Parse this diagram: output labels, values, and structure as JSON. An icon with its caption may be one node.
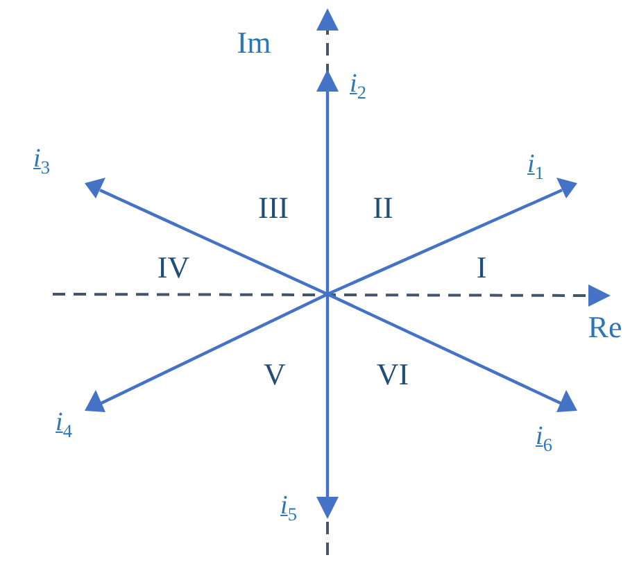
{
  "diagram": {
    "labels": [
      "Im",
      "*i*$_{2}$",
      "*i*$_{3}$",
      "*i*$_{1}$",
      "III",
      "II",
      "IV",
      "I",
      "Re",
      "V",
      "VI",
      "*i*$_{4}$",
      "*i*$_{6}$",
      "*i*$_{5}$"
    ]
  }
}
